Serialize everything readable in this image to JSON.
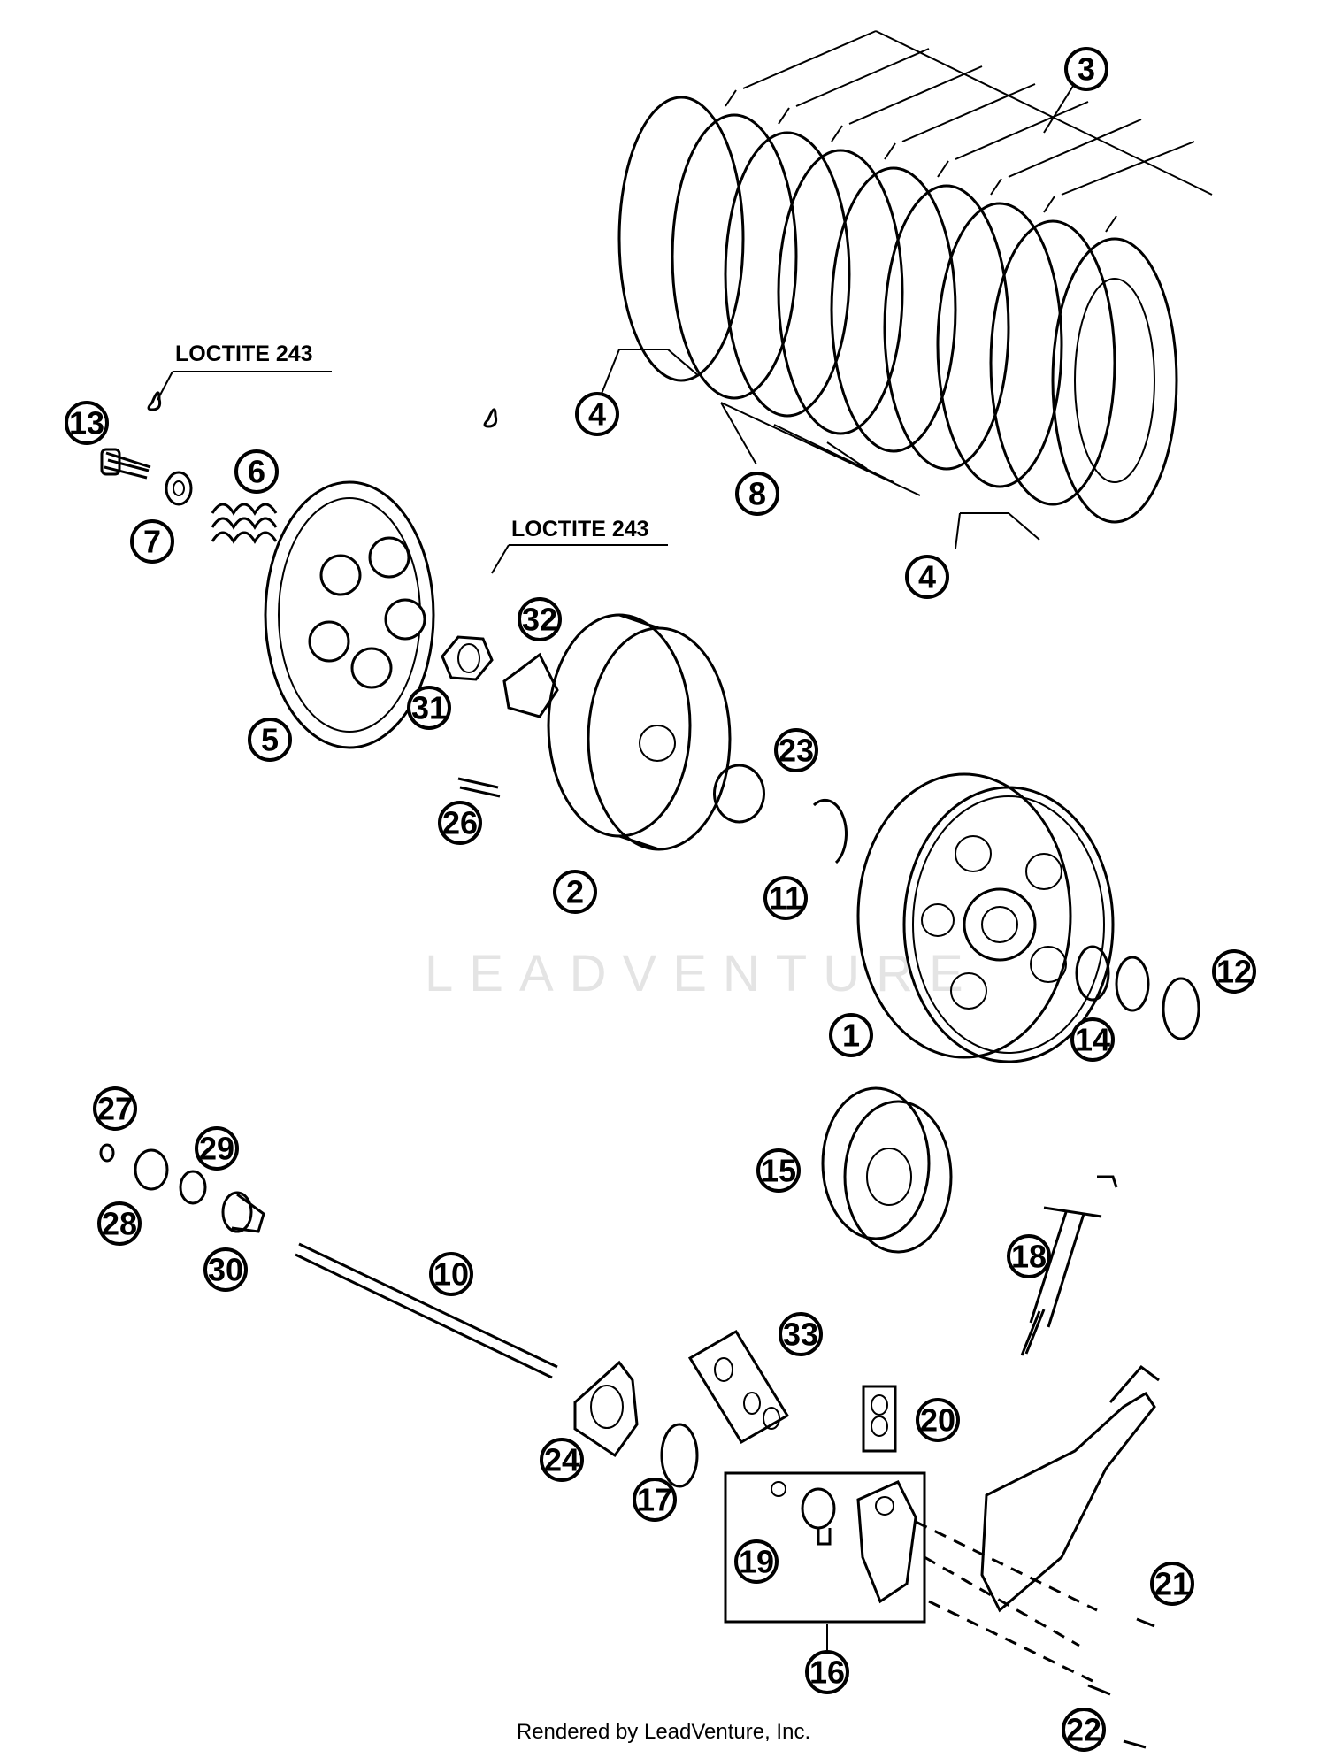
{
  "notes": {
    "loctite_upper": "LOCTITE 243",
    "loctite_lower": "LOCTITE 243"
  },
  "watermark": "LEADVENTURE",
  "footer": "Rendered by LeadVenture, Inc.",
  "callouts": {
    "c1": "1",
    "c2": "2",
    "c3": "3",
    "c4a": "4",
    "c4b": "4",
    "c5": "5",
    "c6": "6",
    "c7": "7",
    "c8": "8",
    "c10": "10",
    "c11": "11",
    "c12": "12",
    "c13": "13",
    "c14": "14",
    "c15": "15",
    "c16": "16",
    "c17": "17",
    "c18": "18",
    "c19": "19",
    "c20": "20",
    "c21": "21",
    "c22": "22",
    "c23": "23",
    "c24": "24",
    "c26": "26",
    "c27": "27",
    "c28": "28",
    "c29": "29",
    "c30": "30",
    "c31": "31",
    "c32": "32",
    "c33": "33"
  }
}
